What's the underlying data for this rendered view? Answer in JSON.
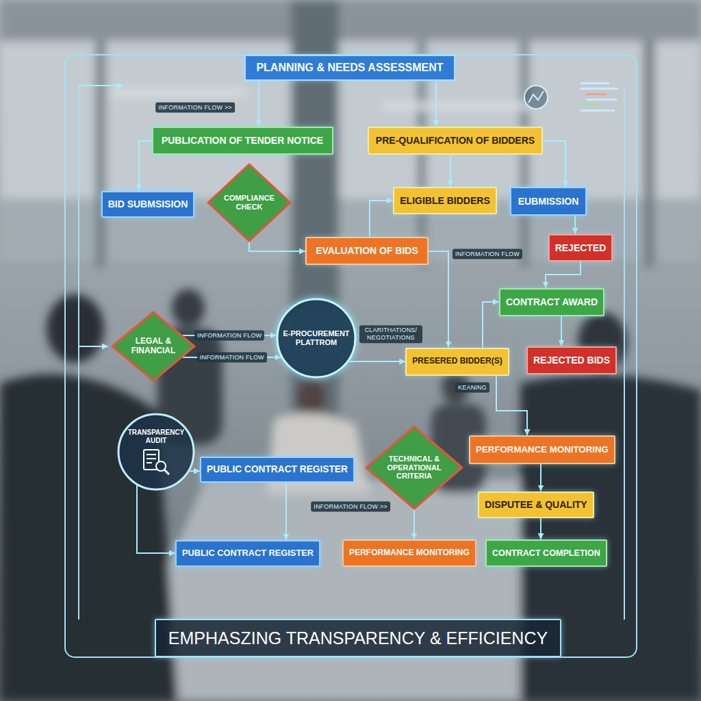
{
  "diagram": {
    "nodes": [
      {
        "text": [
          "PLANNING & NEEDS ASSESSMENT"
        ]
      },
      {
        "text": [
          "PUBLICATION OF TENDER NOTICE"
        ]
      },
      {
        "text": [
          "PRE-QUALIFICATION OF BIDDERS"
        ]
      },
      {
        "text": [
          "BID SUBMSISION"
        ]
      },
      {
        "text": [
          "COMPLIANCE CHECK"
        ]
      },
      {
        "text": [
          "ELIGIBLE BIDDERS"
        ]
      },
      {
        "text": [
          "EUBMISSION"
        ]
      },
      {
        "text": [
          "EVALUATION OF BIDS"
        ]
      },
      {
        "text": [
          "REJECTED"
        ]
      },
      {
        "text": [
          "CONTRACT AWARD"
        ]
      },
      {
        "text": [
          "LEGAL & FINANCIAL"
        ]
      },
      {
        "text": [
          "E-PROCUREMENT PLATTROM"
        ]
      },
      {
        "text": [
          "PRESERED BIDDER(S)"
        ]
      },
      {
        "text": [
          "REJECTED BIDS"
        ]
      },
      {
        "text": [
          "TRANSPARENCY AUDIT"
        ]
      },
      {
        "text": [
          "PUBLIC CONTRACT REGISTER"
        ]
      },
      {
        "text": [
          "TECHNICAL & OPERATIONAL CRITERIA"
        ]
      },
      {
        "text": [
          "PERFORMANCE MONITORING"
        ]
      },
      {
        "text": [
          "DISPUTEE & QUALITY"
        ]
      },
      {
        "text": [
          "PUBLIC CONTRACT REGISTER"
        ]
      },
      {
        "text": [
          "PERFORMANCE MONITORING"
        ]
      },
      {
        "text": [
          "CONTRACT COMPLETION"
        ]
      },
      {
        "text": [
          "EMPHASZING TRANSPARENCY & EFFICIENCY"
        ]
      }
    ],
    "edges": [
      {
        "from": 0,
        "to": 1,
        "arrow": "to"
      },
      {
        "from": 0,
        "to": 2,
        "arrow": "to"
      },
      {
        "from": 1,
        "to": 3,
        "arrow": "to"
      },
      {
        "from": 2,
        "to": 5,
        "arrow": "to"
      },
      {
        "from": 2,
        "to": 6,
        "arrow": "to"
      },
      {
        "from": 4,
        "to": 7,
        "arrow": "to"
      },
      {
        "from": 7,
        "to": 5,
        "arrow": "to"
      },
      {
        "from": 6,
        "to": 8,
        "arrow": "to"
      },
      {
        "from": 8,
        "to": 9,
        "arrow": "to"
      },
      {
        "from": 7,
        "to": 12,
        "arrow": "to"
      },
      {
        "from": 12,
        "to": 9,
        "arrow": "to"
      },
      {
        "from": 9,
        "to": 13,
        "arrow": "to"
      },
      {
        "from": 10,
        "to": 11,
        "label": "INFORMATION FLOW",
        "arrow": "to"
      },
      {
        "from": 10,
        "to": 11,
        "label": "INFORMATION FLOW",
        "arrow": "to"
      },
      {
        "from": 11,
        "to": 12,
        "label": "CLARITHATIONS/ NEGOTIATIONS",
        "arrow": "to"
      },
      {
        "from": 12,
        "to": 17,
        "arrow": "to"
      },
      {
        "from": 17,
        "to": 18,
        "arrow": "to"
      },
      {
        "from": 18,
        "to": 21,
        "arrow": "to"
      },
      {
        "from": 14,
        "to": 15,
        "arrow": "to"
      },
      {
        "from": 14,
        "to": 19,
        "arrow": "to"
      },
      {
        "from": 15,
        "to": 19,
        "arrow": "to"
      },
      {
        "from": 16,
        "to": 20,
        "arrow": "to"
      }
    ],
    "labels": [
      "INFORMATION FLOW >>",
      "INFORMATION FLOW",
      "KEANING",
      "INFORMATION FLOW >>"
    ]
  }
}
